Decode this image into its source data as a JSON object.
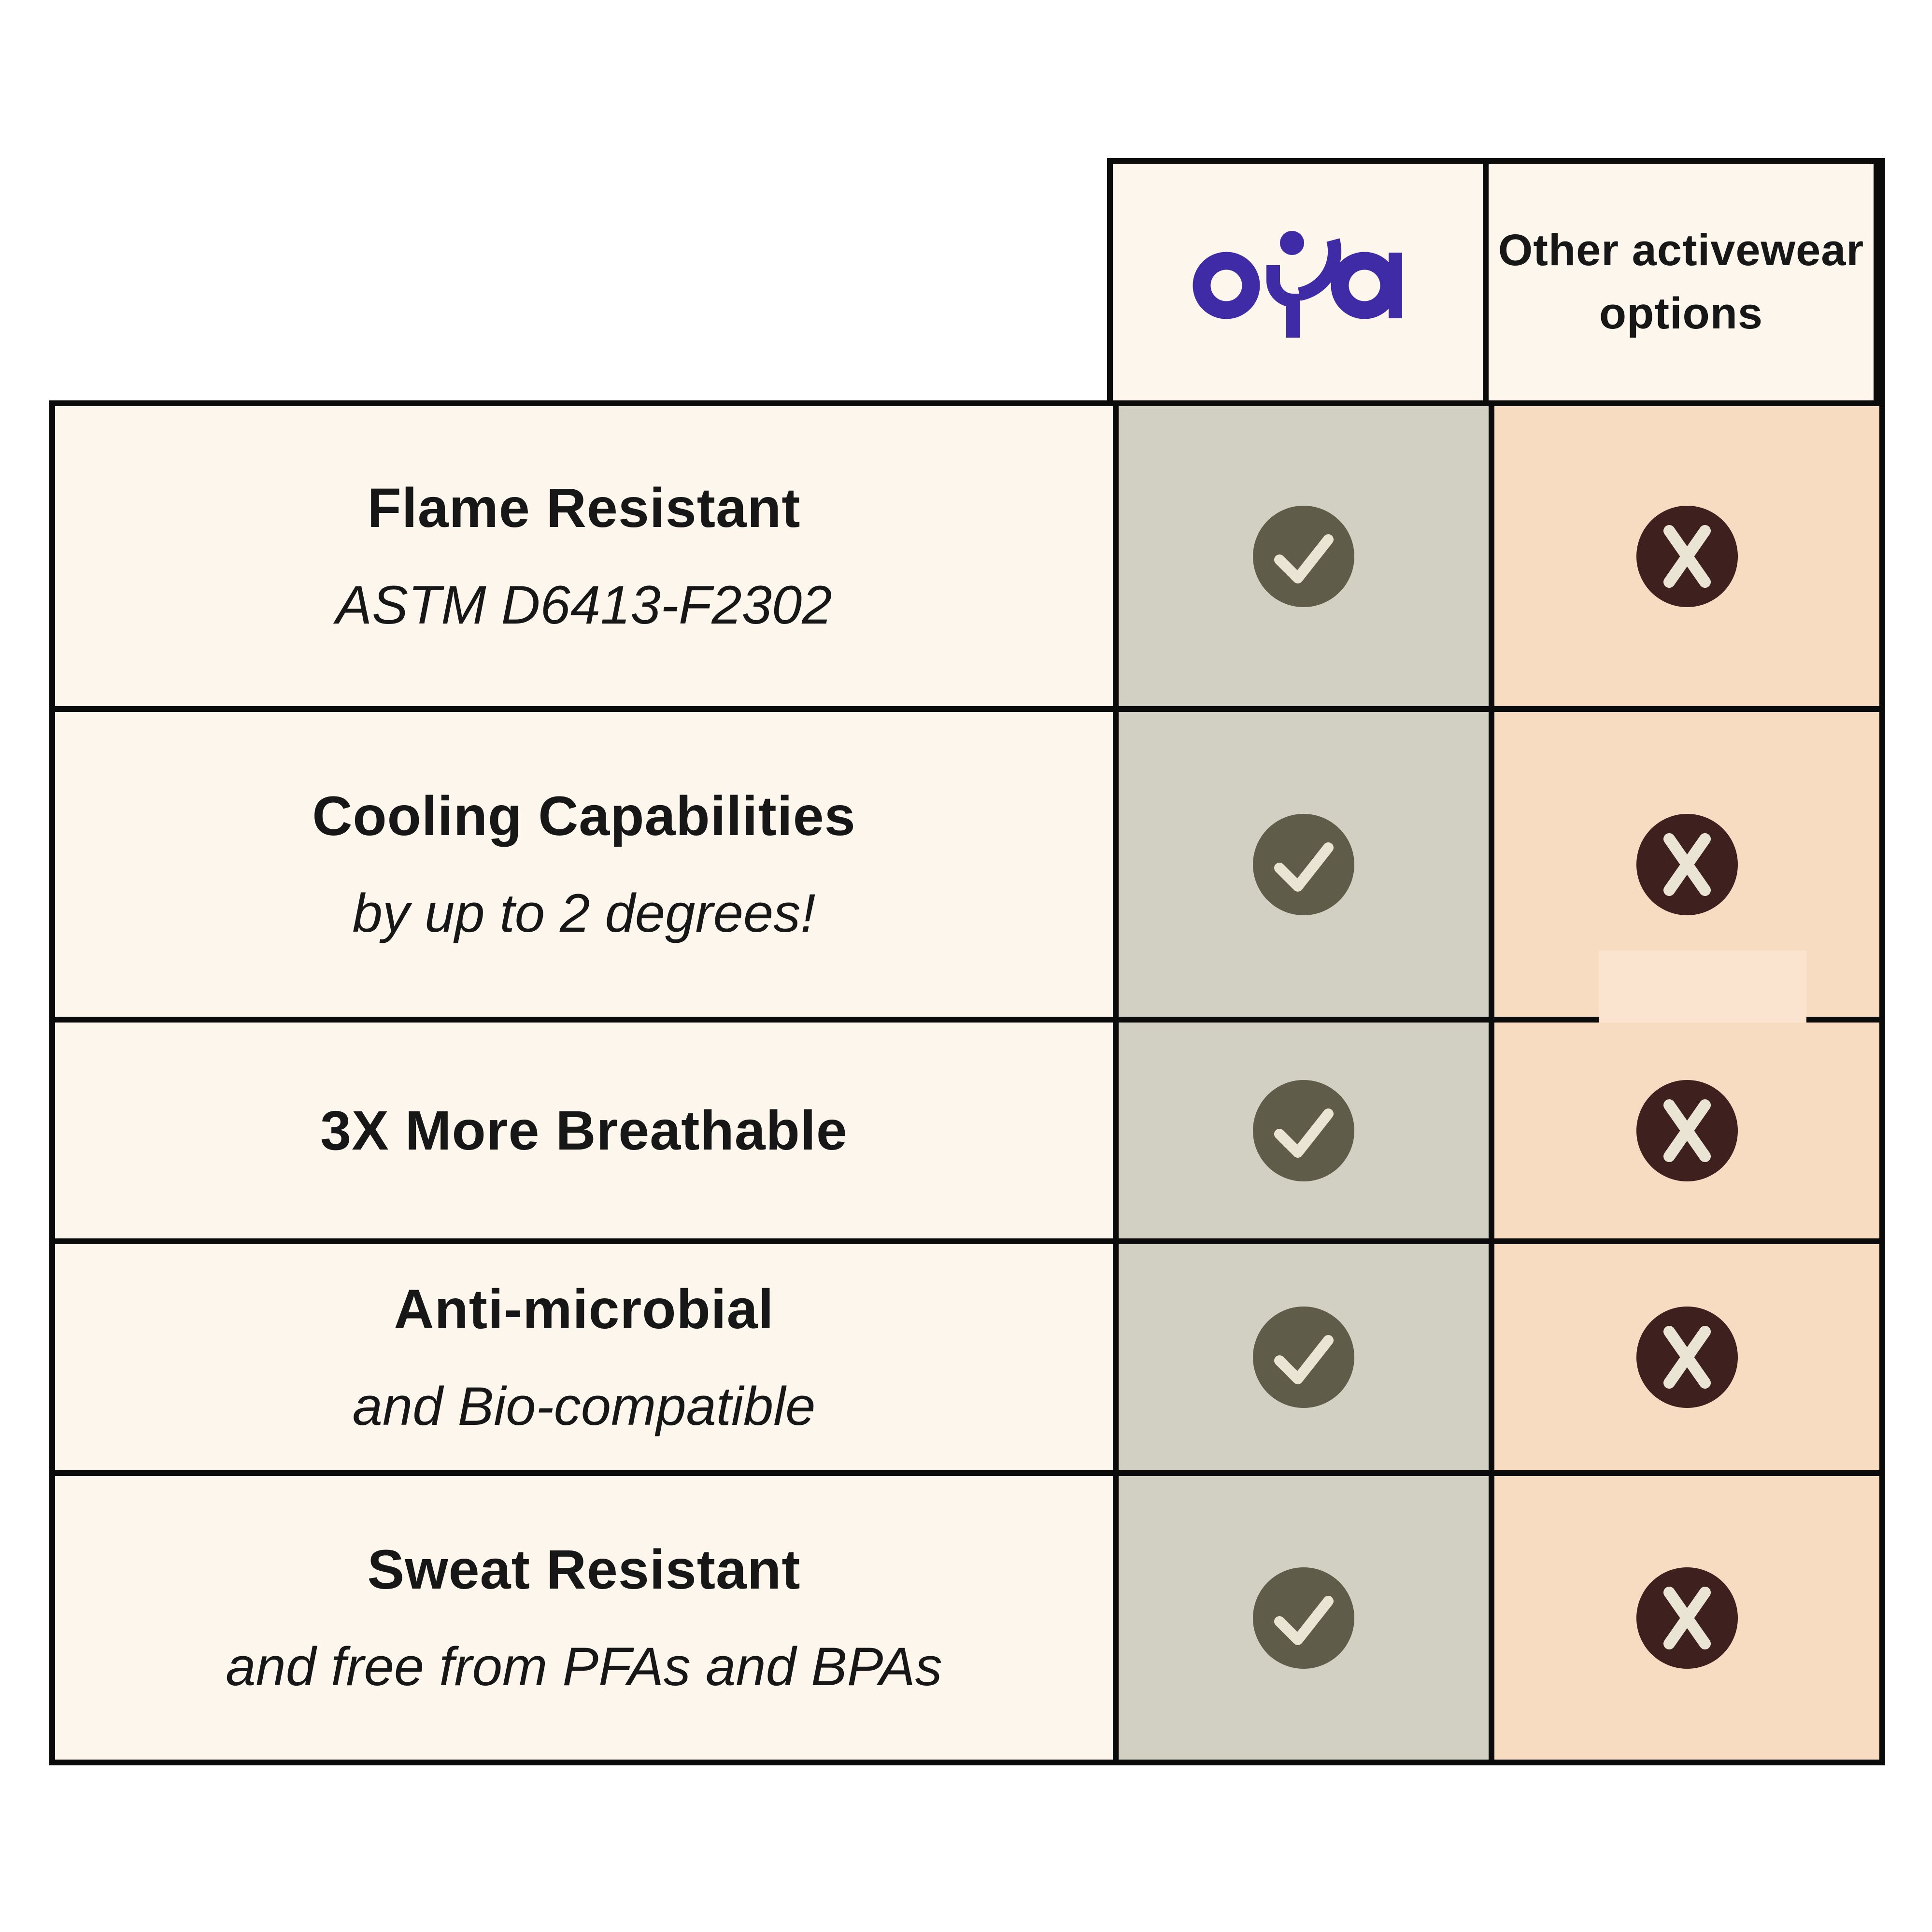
{
  "colors": {
    "page_bg": "#ffffff",
    "border": "#0b0b0b",
    "cream": "#fcf6ec",
    "gray": "#d1d0c3",
    "peach": "#f7dcc2",
    "peach_light": "#fae4d0",
    "olive": "#5f5d4a",
    "maroon": "#3e211e",
    "icon_glyph": "#eae4d4",
    "brand_purple": "#3f2ba6",
    "text": "#171717"
  },
  "header": {
    "brand": {
      "name": "oya",
      "logo": "oya-logo"
    },
    "other": {
      "label": "Other activewear options"
    }
  },
  "rows": [
    {
      "title": "Flame Resistant",
      "subtitle": "ASTM D6413-F2302",
      "brand": "check",
      "other": "cross"
    },
    {
      "title": "Cooling Capabilities",
      "subtitle": "by up to 2 degrees!",
      "brand": "check",
      "other": "cross"
    },
    {
      "title": "3X More Breathable",
      "subtitle": "",
      "brand": "check",
      "other": "cross"
    },
    {
      "title": "Anti-microbial",
      "subtitle": "and Bio-compatible",
      "brand": "check",
      "other": "cross"
    },
    {
      "title": "Sweat Resistant",
      "subtitle": "and free from PFAs and BPAs",
      "brand": "check",
      "other": "cross"
    }
  ]
}
